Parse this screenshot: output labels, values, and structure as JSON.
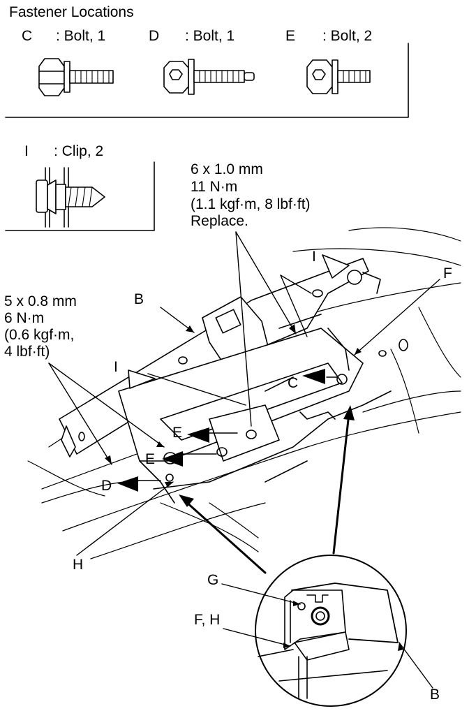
{
  "fastener_header": {
    "title": "Fastener Locations",
    "items": [
      {
        "code": "C",
        "desc": ": Bolt, 1"
      },
      {
        "code": "D",
        "desc": ": Bolt, 1"
      },
      {
        "code": "E",
        "desc": ": Bolt, 2"
      }
    ]
  },
  "clip_box": {
    "code": "I",
    "desc": ": Clip, 2"
  },
  "spec_upper": {
    "line1": "6 x 1.0 mm",
    "line2": "11 N·m",
    "line3": "(1.1 kgf·m, 8 lbf·ft)",
    "line4": "Replace."
  },
  "spec_left": {
    "line1": "5 x 0.8 mm",
    "line2": "6 N·m",
    "line3": "(0.6 kgf·m,",
    "line4": "4 lbf·ft)"
  },
  "callouts": {
    "I_top": "I",
    "I_left": "I",
    "F": "F",
    "B": "B",
    "C": "C",
    "E_upper": "E",
    "E_lower": "E",
    "D": "D",
    "H": "H",
    "G": "G",
    "FH": "F, H",
    "B_detail": "B"
  },
  "colors": {
    "ink": "#000000",
    "paper": "#ffffff"
  }
}
